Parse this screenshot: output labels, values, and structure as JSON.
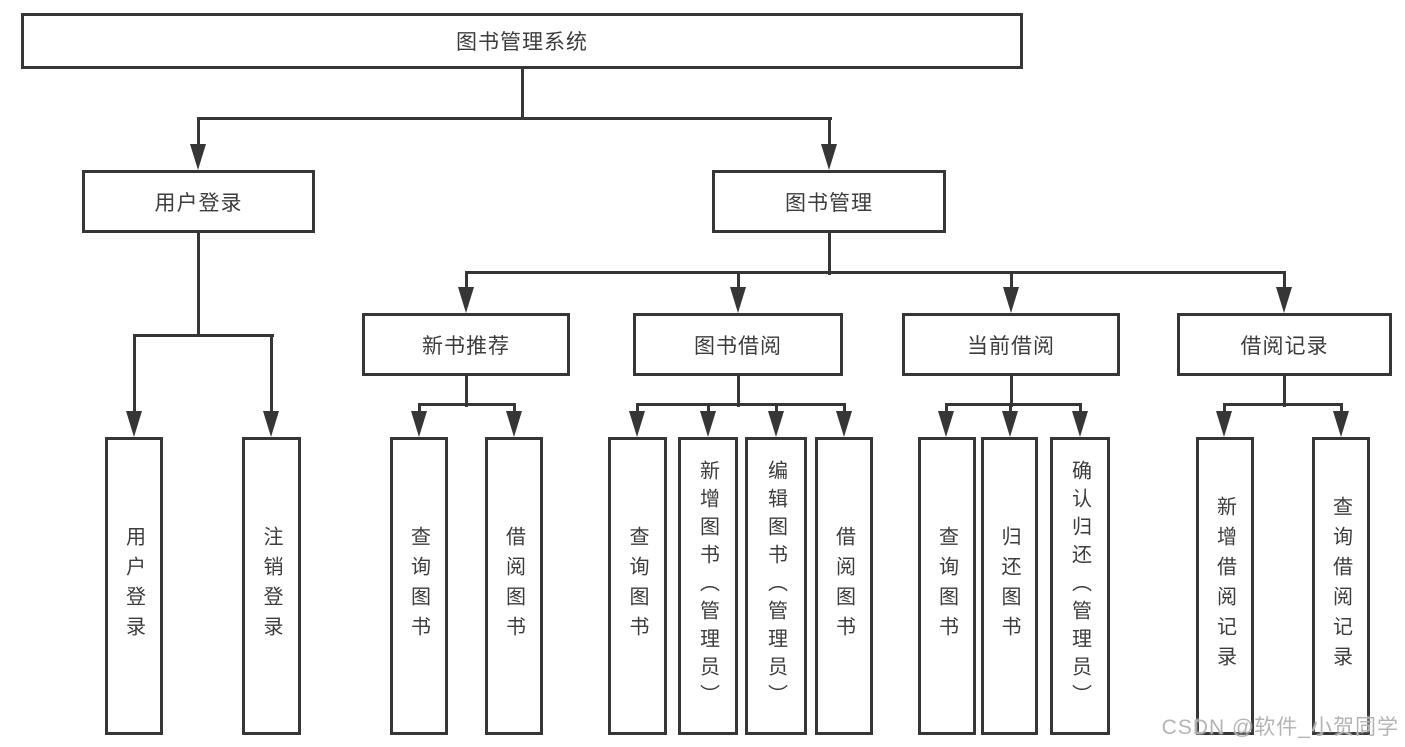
{
  "diagram_type": "hierarchy-tree",
  "nodes": {
    "root": "图书管理系统",
    "user_login": "用户登录",
    "book_management": "图书管理",
    "new_book_recommend": "新书推荐",
    "book_borrowing": "图书借阅",
    "current_borrowing": "当前借阅",
    "borrowing_records": "借阅记录",
    "leaf_user_login": "用户登录",
    "leaf_logout": "注销登录",
    "leaf_nb_query_books": "查询图书",
    "leaf_nb_borrow_books": "借阅图书",
    "leaf_bb_query_books": "查询图书",
    "leaf_bb_add_books_admin": "新增图书（管理员）",
    "leaf_bb_edit_books_admin": "编辑图书（管理员）",
    "leaf_bb_borrow_books": "借阅图书",
    "leaf_cb_query_books": "查询图书",
    "leaf_cb_return_books": "归还图书",
    "leaf_cb_confirm_return_admin": "确认归还（管理员）",
    "leaf_br_add_record": "新增借阅记录",
    "leaf_br_query_record": "查询借阅记录"
  },
  "hierarchy": {
    "图书管理系统": {
      "用户登录": [
        "用户登录",
        "注销登录"
      ],
      "图书管理": {
        "新书推荐": [
          "查询图书",
          "借阅图书"
        ],
        "图书借阅": [
          "查询图书",
          "新增图书（管理员）",
          "编辑图书（管理员）",
          "借阅图书"
        ],
        "当前借阅": [
          "查询图书",
          "归还图书",
          "确认归还（管理员）"
        ],
        "借阅记录": [
          "新增借阅记录",
          "查询借阅记录"
        ]
      }
    }
  },
  "watermark": {
    "text": "CSDN @软件_小贺同学",
    "color": "#b4b4b4"
  },
  "colors": {
    "line": "#363636",
    "text": "#3c3c3c",
    "background": "#ffffff"
  }
}
